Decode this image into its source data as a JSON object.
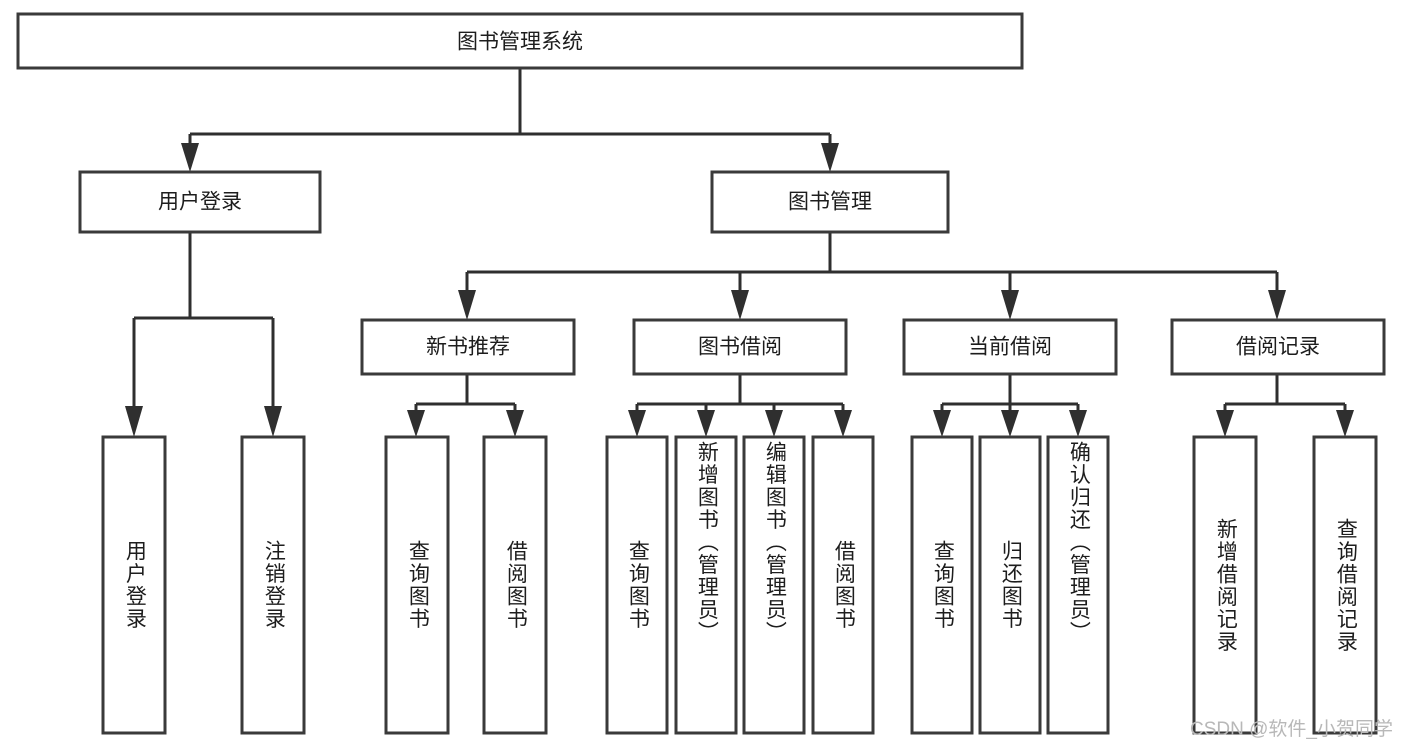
{
  "diagram": {
    "type": "tree",
    "title": "图书管理系统",
    "orientation": "top-down",
    "watermark": "CSDN @软件_小贺同学",
    "colors": {
      "background": "#ffffff",
      "box_stroke": "#3a3a3a",
      "box_fill": "#ffffff",
      "connector": "#2f2f2f",
      "text": "#1d1d1d",
      "watermark": "#b8b8b8"
    },
    "root": {
      "label": "图书管理系统"
    },
    "level2": [
      {
        "label": "用户登录"
      },
      {
        "label": "图书管理"
      }
    ],
    "level3": [
      {
        "label": "新书推荐"
      },
      {
        "label": "图书借阅"
      },
      {
        "label": "当前借阅"
      },
      {
        "label": "借阅记录"
      }
    ],
    "leaves": {
      "user_login": [
        {
          "label": "用户登录"
        },
        {
          "label": "注销登录"
        }
      ],
      "new_book_recommend": [
        {
          "label": "查询图书"
        },
        {
          "label": "借阅图书"
        }
      ],
      "book_borrow": [
        {
          "label": "查询图书"
        },
        {
          "label": "新增图书（管理员）"
        },
        {
          "label": "编辑图书（管理员）"
        },
        {
          "label": "借阅图书"
        }
      ],
      "current_borrow": [
        {
          "label": "查询图书"
        },
        {
          "label": "归还图书"
        },
        {
          "label": "确认归还（管理员）"
        }
      ],
      "borrow_record": [
        {
          "label": "新增借阅记录"
        },
        {
          "label": "查询借阅记录"
        }
      ]
    }
  }
}
